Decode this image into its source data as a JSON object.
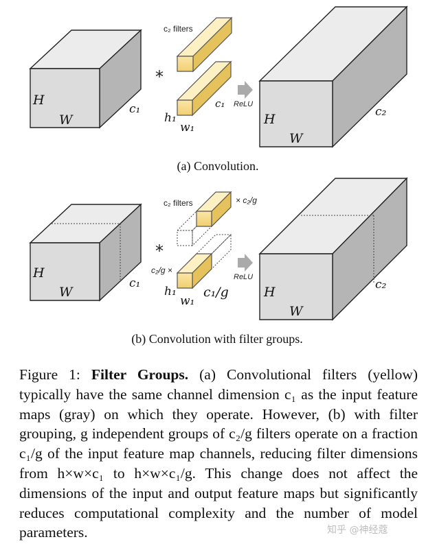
{
  "diagram_a": {
    "caption": "(a) Convolution.",
    "filters_label": "c₂ filters",
    "conv_op": "*",
    "relu": "ReLU",
    "in_H": "H",
    "in_W": "W",
    "in_c": "c₁",
    "f_h": "h₁",
    "f_w": "w₁",
    "f_c": "c₁",
    "out_H": "H",
    "out_W": "W",
    "out_c": "c₂"
  },
  "diagram_b": {
    "caption": "(b) Convolution with filter groups.",
    "filters_label": "c₂ filters",
    "group_mult_top": "× c₂/g",
    "group_mult_left": "c₂/g ×",
    "conv_op": "*",
    "relu": "ReLU",
    "in_H": "H",
    "in_W": "W",
    "in_c": "c₁",
    "f_h": "h₁",
    "f_w": "w₁",
    "f_c": "c₁/g",
    "out_H": "H",
    "out_W": "W",
    "out_c": "c₂"
  },
  "caption": {
    "label": "Figure 1:",
    "title": "Filter Groups.",
    "text": "(a) Convolutional filters (yellow) typically have the same channel dimension c₁ as the input feature maps (gray) on which they operate. However, (b) with filter grouping, g independent groups of c₂/g filters operate on a fraction c₁/g of the input feature map channels, reducing filter dimensions from h×w×c₁ to h×w×c₁/g. This change does not affect the dimensions of the input and output feature maps but significantly reduces computational complexity and the number of model parameters."
  },
  "watermark": "知乎 @神经蔻"
}
